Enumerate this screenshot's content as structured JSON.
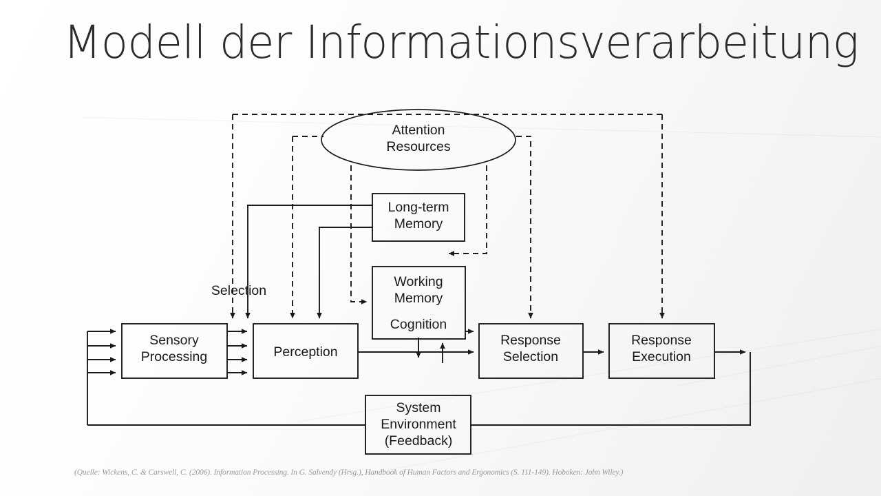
{
  "slide": {
    "title": "Modell der Informationsverarbeitung",
    "caption": "(Quelle: Wickens, C. & Carswell, C. (2006). Information Processing. In G. Salvendy (Hrsg.), Handbook of Human Factors and Ergonomics (S. 111-149). Hoboken: John Wiley.)",
    "background_color": "#fafafa",
    "title_color": "#2b2b2b",
    "caption_color": "#9a9a9a",
    "diagram_line_color": "#1a1a1a"
  },
  "diagram": {
    "name": "information-processing-model",
    "nodes": {
      "attention": {
        "label_line1": "Attention",
        "label_line2": "Resources",
        "shape": "ellipse"
      },
      "ltm": {
        "label_line1": "Long-term",
        "label_line2": "Memory",
        "shape": "rect"
      },
      "wm": {
        "label_line1": "Working",
        "label_line2": "Memory",
        "label_line3": "Cognition",
        "shape": "rect"
      },
      "sensory": {
        "label_line1": "Sensory",
        "label_line2": "Processing",
        "shape": "rect"
      },
      "perception": {
        "label_line1": "Perception",
        "shape": "rect"
      },
      "response_selection": {
        "label_line1": "Response",
        "label_line2": "Selection",
        "shape": "rect"
      },
      "response_execution": {
        "label_line1": "Response",
        "label_line2": "Execution",
        "shape": "rect"
      },
      "system_environment": {
        "label_line1": "System",
        "label_line2": "Environment",
        "label_line3": "(Feedback)",
        "shape": "rect"
      }
    },
    "free_labels": {
      "selection": "Selection"
    }
  }
}
